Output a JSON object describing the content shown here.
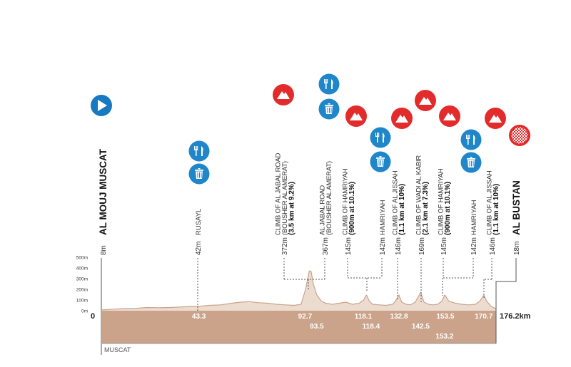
{
  "stage": {
    "total_distance": "176.2km",
    "start_zero": "0",
    "bottom_town": "MUSCAT"
  },
  "altitude_axis": [
    "500m",
    "400m",
    "300m",
    "200m",
    "100m",
    "0m"
  ],
  "distance_markers": [
    {
      "label": "43.3",
      "km": 43.3,
      "row": 0
    },
    {
      "label": "92.7",
      "km": 92.7,
      "row": 0
    },
    {
      "label": "93.5",
      "km": 93.5,
      "row": 1
    },
    {
      "label": "118.1",
      "km": 118.1,
      "row": 0
    },
    {
      "label": "118.4",
      "km": 118.4,
      "row": 1
    },
    {
      "label": "132.8",
      "km": 132.8,
      "row": 0
    },
    {
      "label": "142.5",
      "km": 142.5,
      "row": 1
    },
    {
      "label": "153.2",
      "km": 153.2,
      "row": 2
    },
    {
      "label": "153.5",
      "km": 153.5,
      "row": 0
    },
    {
      "label": "170.7",
      "km": 170.7,
      "row": 0
    }
  ],
  "waypoints": [
    {
      "id": "start",
      "km": 0,
      "alt_label": "8m",
      "name": "AL MOUJ MUSCAT",
      "detail": "",
      "style": "bold",
      "icons": [
        "start-icon"
      ]
    },
    {
      "id": "rusayl",
      "km": 43.3,
      "alt_label": "42m",
      "name": "RUSAYL",
      "detail": "",
      "style": "light",
      "icons": [
        "feed-icon",
        "waste-icon"
      ]
    },
    {
      "id": "climb1",
      "km": 92.7,
      "alt_label": "372m",
      "name": "CLIMB OF AL JABAL ROAD",
      "name2": "(BOUSHER AL AMERAT)",
      "detail": "(3.5 km at 9.2%)",
      "style": "light",
      "icons": [
        "climb-icon"
      ]
    },
    {
      "id": "jabal",
      "km": 93.5,
      "alt_label": "367m",
      "name": "AL JABAL ROAD",
      "name2": "(BOUSHER AL AMERAT)",
      "detail": "",
      "style": "light",
      "icons": [
        "feed-icon",
        "waste-icon"
      ]
    },
    {
      "id": "climb2",
      "km": 118.1,
      "alt_label": "145m",
      "name": "CLIMB OF HAMRIYAH",
      "detail": "(900m at 10.1%)",
      "style": "light",
      "icons": [
        "climb-icon"
      ]
    },
    {
      "id": "hamriyah1",
      "km": 118.4,
      "alt_label": "142m",
      "name": "HAMRIYAH",
      "detail": "",
      "style": "light",
      "icons": [
        "feed-icon",
        "waste-icon"
      ]
    },
    {
      "id": "climb3",
      "km": 132.8,
      "alt_label": "146m",
      "name": "CLIMB OF AL JISSAH",
      "detail": "(1.1 km at 10%)",
      "style": "light",
      "icons": [
        "climb-icon"
      ]
    },
    {
      "id": "climb4",
      "km": 142.5,
      "alt_label": "169m",
      "name": "CLIMB OF WADI AL KABIR",
      "detail": "(2.1 km at 7.3%)",
      "style": "light",
      "icons": [
        "climb-icon"
      ]
    },
    {
      "id": "climb5",
      "km": 153.2,
      "alt_label": "145m",
      "name": "CLIMB OF HAMRIYAH",
      "detail": "(900m at 10.1%)",
      "style": "light",
      "icons": [
        "climb-icon"
      ]
    },
    {
      "id": "hamriyah2",
      "km": 153.5,
      "alt_label": "142m",
      "name": "HAMRIYAH",
      "detail": "",
      "style": "light",
      "icons": [
        "feed-icon",
        "waste-icon"
      ]
    },
    {
      "id": "climb6",
      "km": 170.7,
      "alt_label": "146m",
      "name": "CLIMB OF AL JISSAH",
      "detail": "(1.1 km at 10%)",
      "style": "light",
      "icons": [
        "climb-icon"
      ]
    },
    {
      "id": "finish",
      "km": 176.2,
      "alt_label": "18m",
      "name": "AL BUSTAN",
      "detail": "",
      "style": "bold",
      "icons": [
        "finish-icon"
      ]
    }
  ],
  "profile": [
    [
      0,
      8
    ],
    [
      5,
      15
    ],
    [
      10,
      20
    ],
    [
      15,
      22
    ],
    [
      20,
      30
    ],
    [
      25,
      28
    ],
    [
      30,
      30
    ],
    [
      35,
      35
    ],
    [
      40,
      40
    ],
    [
      43.3,
      42
    ],
    [
      48,
      50
    ],
    [
      53,
      55
    ],
    [
      58,
      70
    ],
    [
      62,
      80
    ],
    [
      66,
      85
    ],
    [
      70,
      75
    ],
    [
      74,
      70
    ],
    [
      78,
      60
    ],
    [
      82,
      55
    ],
    [
      86,
      50
    ],
    [
      89,
      60
    ],
    [
      91,
      200
    ],
    [
      92.7,
      372
    ],
    [
      93.5,
      367
    ],
    [
      94.5,
      250
    ],
    [
      96,
      150
    ],
    [
      98,
      90
    ],
    [
      100,
      70
    ],
    [
      103,
      60
    ],
    [
      106,
      70
    ],
    [
      109,
      80
    ],
    [
      112,
      60
    ],
    [
      115,
      70
    ],
    [
      117,
      100
    ],
    [
      118.1,
      145
    ],
    [
      118.4,
      142
    ],
    [
      119.5,
      90
    ],
    [
      121,
      60
    ],
    [
      124,
      55
    ],
    [
      127,
      50
    ],
    [
      130,
      60
    ],
    [
      131.5,
      100
    ],
    [
      132.8,
      146
    ],
    [
      134,
      80
    ],
    [
      136,
      60
    ],
    [
      138,
      55
    ],
    [
      140,
      80
    ],
    [
      142.5,
      169
    ],
    [
      144,
      80
    ],
    [
      146,
      60
    ],
    [
      148,
      55
    ],
    [
      150,
      60
    ],
    [
      152,
      90
    ],
    [
      153.2,
      145
    ],
    [
      153.5,
      142
    ],
    [
      155,
      90
    ],
    [
      158,
      70
    ],
    [
      161,
      60
    ],
    [
      164,
      55
    ],
    [
      167,
      60
    ],
    [
      169,
      90
    ],
    [
      170.7,
      146
    ],
    [
      172,
      90
    ],
    [
      174,
      40
    ],
    [
      176.2,
      18
    ]
  ],
  "colors": {
    "terrain": "#caa38a",
    "terrain_top": "#ecdcd0",
    "climb_red": "#e32b2b",
    "feed_blue": "#1f86c9",
    "start_blue": "#1779c2",
    "line": "#555555",
    "text": "#333333"
  }
}
